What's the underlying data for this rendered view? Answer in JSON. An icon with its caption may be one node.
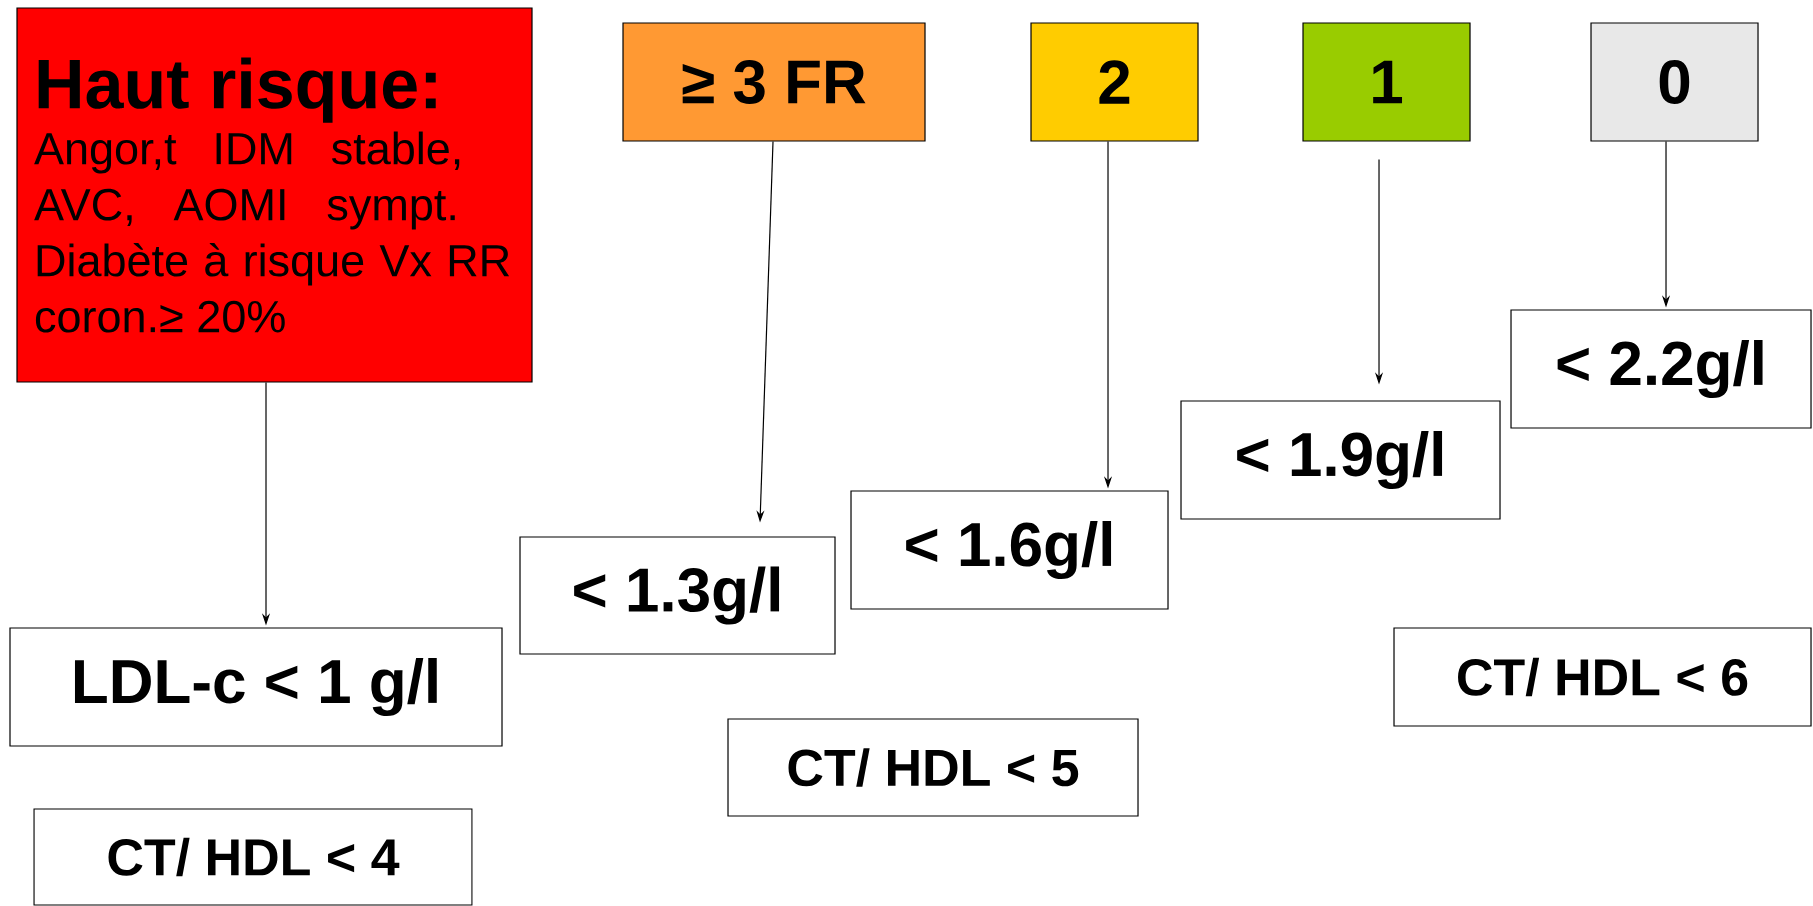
{
  "diagram": {
    "nodes": [
      {
        "text": [
          "Haut risque:",
          "Angor,t IDM stable, AVC, AOMI sympt. Diabète à risque Vx RR coron.≥ 20%"
        ]
      },
      {
        "text": [
          "≥ 3 FR"
        ]
      },
      {
        "text": [
          "2"
        ]
      },
      {
        "text": [
          "1"
        ]
      },
      {
        "text": [
          "0"
        ]
      },
      {
        "text": [
          "LDL-c < 1 g/l"
        ]
      },
      {
        "text": [
          "< 1.3g/l"
        ]
      },
      {
        "text": [
          "< 1.6g/l"
        ]
      },
      {
        "text": [
          "< 1.9g/l"
        ]
      },
      {
        "text": [
          "< 2.2g/l"
        ]
      },
      {
        "text": [
          "CT/ HDL < 4"
        ]
      },
      {
        "text": [
          "CT/ HDL < 5"
        ]
      },
      {
        "text": [
          "CT/ HDL < 6"
        ]
      }
    ],
    "edges": [
      {
        "from": 0,
        "to": 5,
        "arrow": "to"
      },
      {
        "from": 1,
        "to": 6,
        "arrow": "to"
      },
      {
        "from": 2,
        "to": 7,
        "arrow": "to"
      },
      {
        "from": 3,
        "to": 8,
        "arrow": "to"
      },
      {
        "from": 4,
        "to": 9,
        "arrow": "to"
      }
    ]
  }
}
